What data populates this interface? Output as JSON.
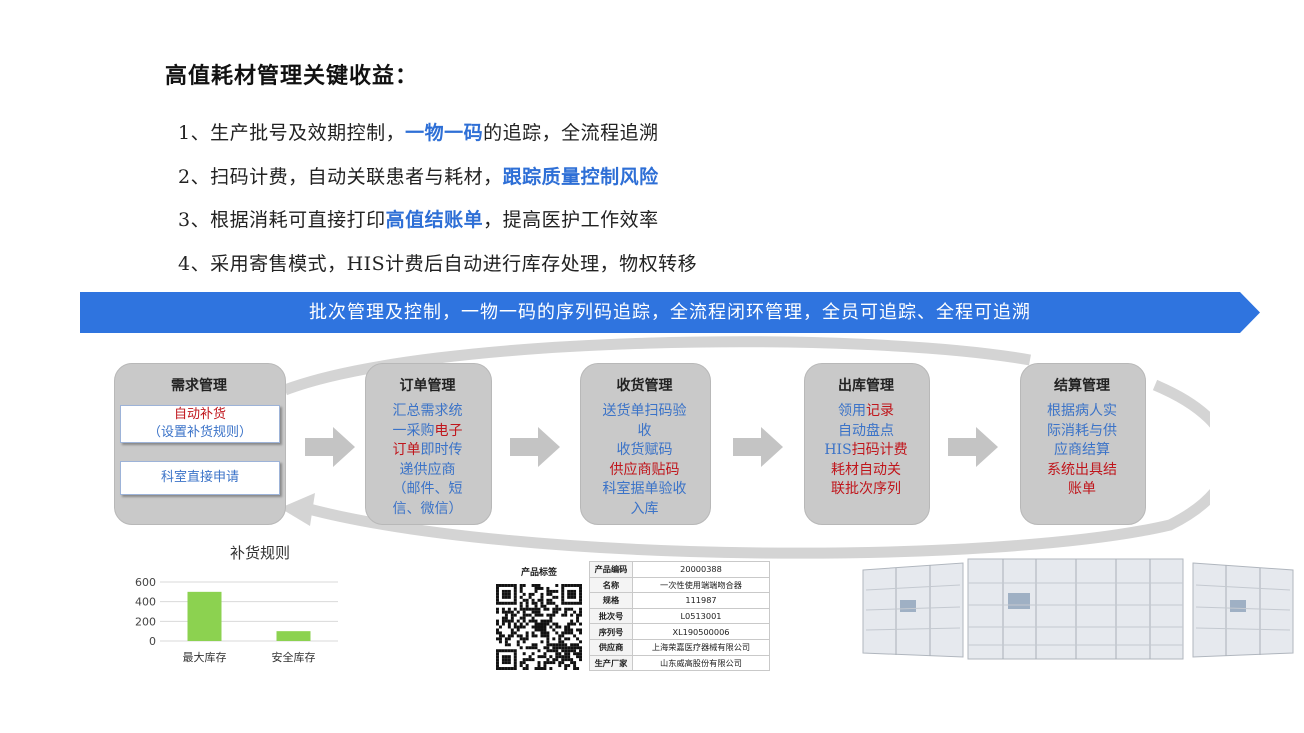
{
  "title": "高值耗材管理关键收益：",
  "benefits": [
    {
      "pre": "1、生产批号及效期控制，",
      "hl": "一物一码",
      "post": "的追踪，全流程追溯"
    },
    {
      "pre": "2、扫码计费，自动关联患者与耗材，",
      "hl": "跟踪质量控制风险",
      "post": ""
    },
    {
      "pre": "3、根据消耗可直接打印",
      "hl": "高值结账单",
      "post": "，提高医护工作效率"
    },
    {
      "pre": "4、采用寄售模式，HIS计费后自动进行库存处理，物权转移",
      "hl": "",
      "post": ""
    }
  ],
  "banner": "批次管理及控制，一物一码的序列码追踪，全流程闭环管理，全员可追踪、全程可追溯",
  "colors": {
    "accent": "#2e6fd6",
    "banner": "#2f74df",
    "highlight_red": "#c0161c",
    "stage": "#c9c9c9",
    "bar": "#8cd250"
  },
  "stages": {
    "demand": {
      "title": "需求管理",
      "box1_l1": "自动补货",
      "box1_l2": "（设置补货规则）",
      "box2": "科室直接申请"
    },
    "order": {
      "title": "订单管理",
      "l1": "汇总需求统",
      "l2a": "一采购",
      "l2b": "电子",
      "l3a": "订单",
      "l3b": "即时传",
      "l4": "递供应商",
      "l5": "（邮件、短",
      "l6": "信、微信）"
    },
    "receive": {
      "title": "收货管理",
      "l1": "送货单扫码验",
      "l2": "收",
      "l3": "收货赋码",
      "l4": "供应商贴码",
      "l5": "科室据单验收",
      "l6": "入库"
    },
    "outbound": {
      "title": "出库管理",
      "l1a": "领用",
      "l1b": "记录",
      "l2": "自动盘点",
      "l3a": "HIS",
      "l3b": "扫码计费",
      "l4": "耗材自动关",
      "l5": "联批次序列"
    },
    "settle": {
      "title": "结算管理",
      "l1": "根据病人实",
      "l2": "际消耗与供",
      "l3": "应商结算",
      "l4": "系统出具结",
      "l5": "账单"
    }
  },
  "chart_data": {
    "type": "bar",
    "title": "补货规则",
    "categories": [
      "最大库存",
      "安全库存"
    ],
    "values": [
      500,
      100
    ],
    "ylim": [
      0,
      600
    ],
    "yticks": [
      "600",
      "400",
      "200",
      "0"
    ],
    "grid": true
  },
  "label_card": {
    "qr_title": "产品标签",
    "rows": [
      {
        "k": "产品编码",
        "v": "20000388"
      },
      {
        "k": "名称",
        "v": "一次性使用端端吻合器"
      },
      {
        "k": "规格",
        "v": "111987"
      },
      {
        "k": "批次号",
        "v": "L0513001"
      },
      {
        "k": "序列号",
        "v": "XL190500006"
      },
      {
        "k": "供应商",
        "v": "上海荣嘉医疗器械有限公司"
      },
      {
        "k": "生产厂家",
        "v": "山东威高股份有限公司"
      }
    ]
  }
}
